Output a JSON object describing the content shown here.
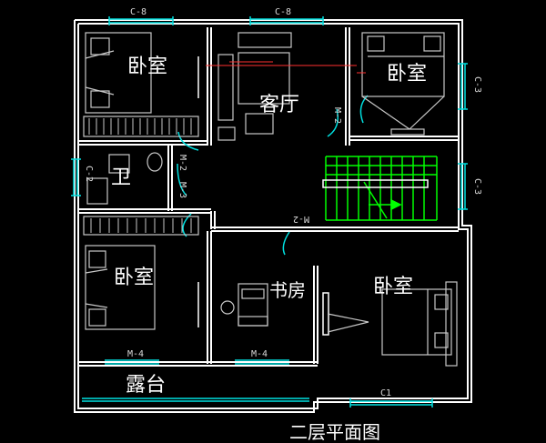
{
  "rooms": {
    "bedroom_nw": "卧室",
    "living": "客厅",
    "bedroom_ne": "卧室",
    "bathroom": "卫",
    "bedroom_w": "卧室",
    "study": "书房",
    "bedroom_e": "卧室",
    "terrace": "露台"
  },
  "tags": {
    "c8_left": "C-8",
    "c8_mid": "C-8",
    "c3_upper": "C-3",
    "c3_lower": "C-3",
    "c2_left": "C-2",
    "m2_living": "M-2",
    "m2_corridor": "M-2",
    "m2_bath": "M-2",
    "m3_bath": "M-3",
    "m4_left": "M-4",
    "m4_mid": "M-4",
    "c1": "C1"
  },
  "title": "二层平面图",
  "colors": {
    "background": "#000000",
    "wall": "#ffffff",
    "window": "#00e0e0",
    "stair": "#00ff00",
    "furniture": "#c8c8c8",
    "accent": "#ff3030"
  }
}
